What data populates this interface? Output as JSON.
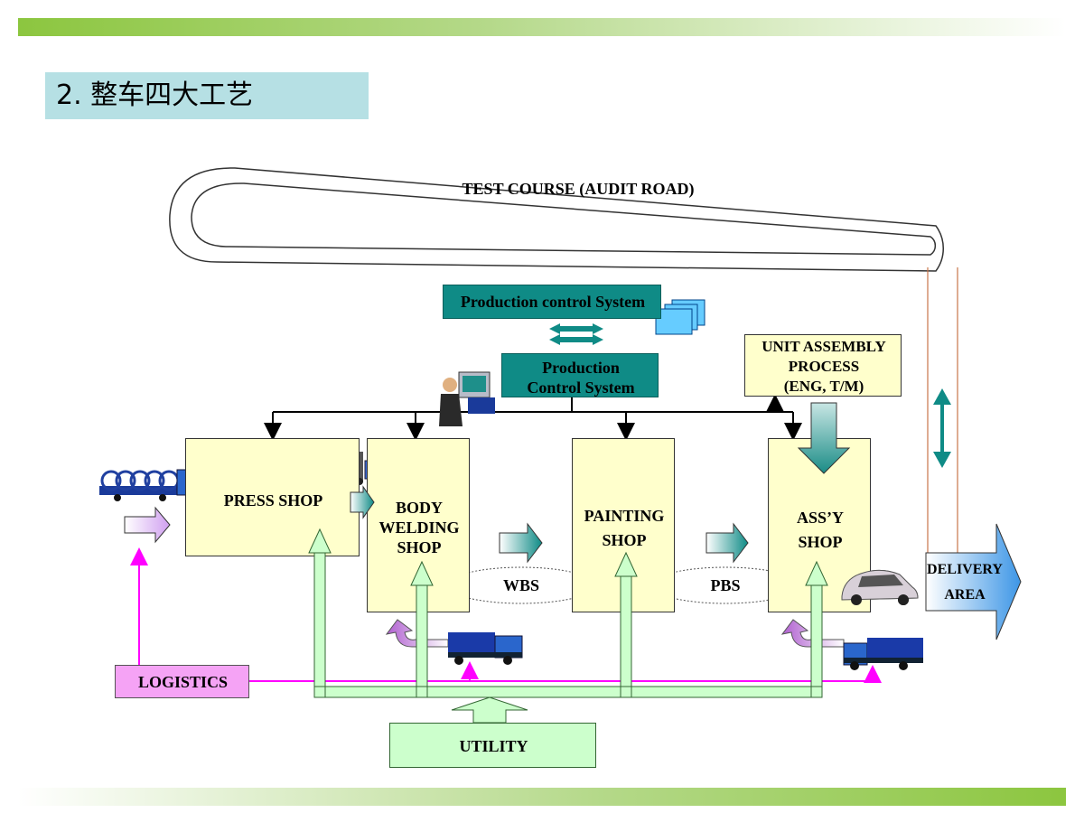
{
  "page": {
    "title": "2.  整车四大工艺"
  },
  "diagram": {
    "test_course": "TEST COURSE (AUDIT ROAD)",
    "production_control_system_top": "Production control System",
    "production_control_system_line1": "Production",
    "production_control_system_line2": "Control System",
    "unit_assembly_line1": "UNIT ASSEMBLY",
    "unit_assembly_line2": "PROCESS",
    "unit_assembly_line3": "(ENG, T/M)",
    "press_shop": "PRESS SHOP",
    "body_welding_line1": "BODY",
    "body_welding_line2": "WELDING",
    "body_welding_line3": "SHOP",
    "painting_line1": "PAINTING",
    "painting_line2": "SHOP",
    "assy_line1": "ASS’Y",
    "assy_line2": "SHOP",
    "wbs": "WBS",
    "pbs": "PBS",
    "delivery_line1": "DELIVERY",
    "delivery_line2": "AREA",
    "logistics": "LOGISTICS",
    "utility": "UTILITY"
  },
  "colors": {
    "shop_fill": "#ffffcc",
    "teal": "#0f8b86",
    "logistics_fill": "#f5a3f5",
    "logistics_line": "#ff00ff",
    "utility_fill": "#ccffcc",
    "delivery_fill": "#5aa8e8"
  }
}
